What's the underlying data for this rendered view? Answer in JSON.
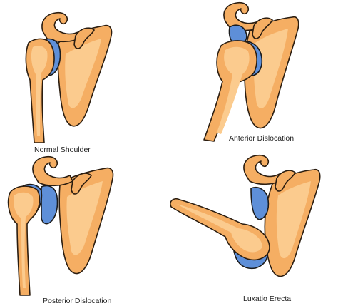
{
  "panels": [
    {
      "id": "normal",
      "caption": "Normal Shoulder"
    },
    {
      "id": "anterior",
      "caption": "Anterior  Dislocation"
    },
    {
      "id": "posterior",
      "caption": "Posterior Dislocation"
    },
    {
      "id": "erecta",
      "caption": "Luxatio Erecta"
    }
  ],
  "colors": {
    "bone": "#F5AE63",
    "bone_highlight": "#FBCB8E",
    "cartilage": "#5E8FD8",
    "outline": "#2b1d10"
  }
}
